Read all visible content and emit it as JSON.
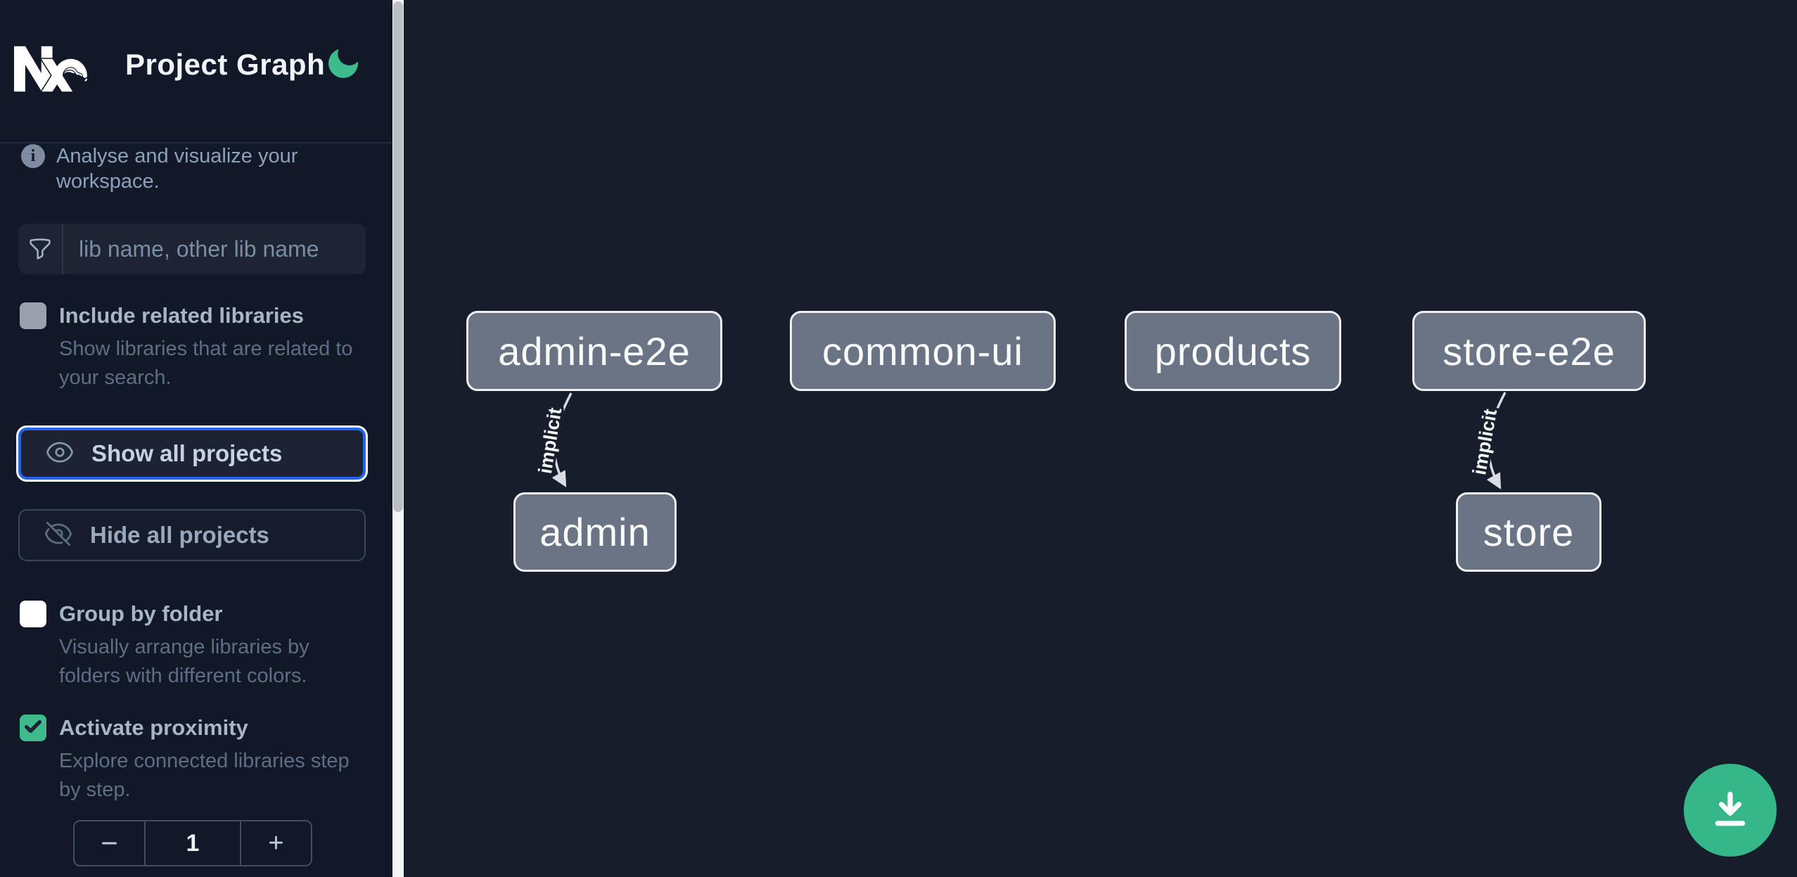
{
  "header": {
    "title": "Project Graph",
    "logo_icon": "nx-logo",
    "theme_icon": "moon-icon"
  },
  "sidebar": {
    "tagline": "Analyse and visualize your workspace.",
    "info_icon_glyph": "i",
    "filter": {
      "placeholder": "lib name, other lib name",
      "icon": "funnel-icon",
      "value": ""
    },
    "include_related": {
      "label": "Include related libraries",
      "description": "Show libraries that are related to your search.",
      "checked": false
    },
    "show_all": {
      "label": "Show all projects",
      "icon": "eye-icon",
      "focused": true
    },
    "hide_all": {
      "label": "Hide all projects",
      "icon": "eye-slash-icon"
    },
    "group_by_folder": {
      "label": "Group by folder",
      "description": "Visually arrange libraries by folders with different colors.",
      "checked": false
    },
    "activate_proximity": {
      "label": "Activate proximity",
      "description": "Explore connected libraries step by step.",
      "checked": true
    },
    "proximity_stepper": {
      "decrement": "−",
      "value": "1",
      "increment": "+"
    }
  },
  "graph": {
    "nodes": [
      {
        "id": "admin-e2e",
        "label": "admin-e2e"
      },
      {
        "id": "common-ui",
        "label": "common-ui"
      },
      {
        "id": "products",
        "label": "products"
      },
      {
        "id": "store-e2e",
        "label": "store-e2e"
      },
      {
        "id": "admin",
        "label": "admin"
      },
      {
        "id": "store",
        "label": "store"
      }
    ],
    "edges": [
      {
        "source": "admin-e2e",
        "target": "admin",
        "label": "implicit"
      },
      {
        "source": "store-e2e",
        "target": "store",
        "label": "implicit"
      }
    ]
  },
  "fab": {
    "icon": "download-icon"
  },
  "colors": {
    "sidebar_bg": "#111827",
    "canvas_bg": "#161d2b",
    "accent_blue": "#2663ec",
    "accent_green": "#35b789",
    "checkbox_green": "#3dbb8d",
    "node_fill": "#6b7484",
    "node_border": "#eef0f3"
  }
}
